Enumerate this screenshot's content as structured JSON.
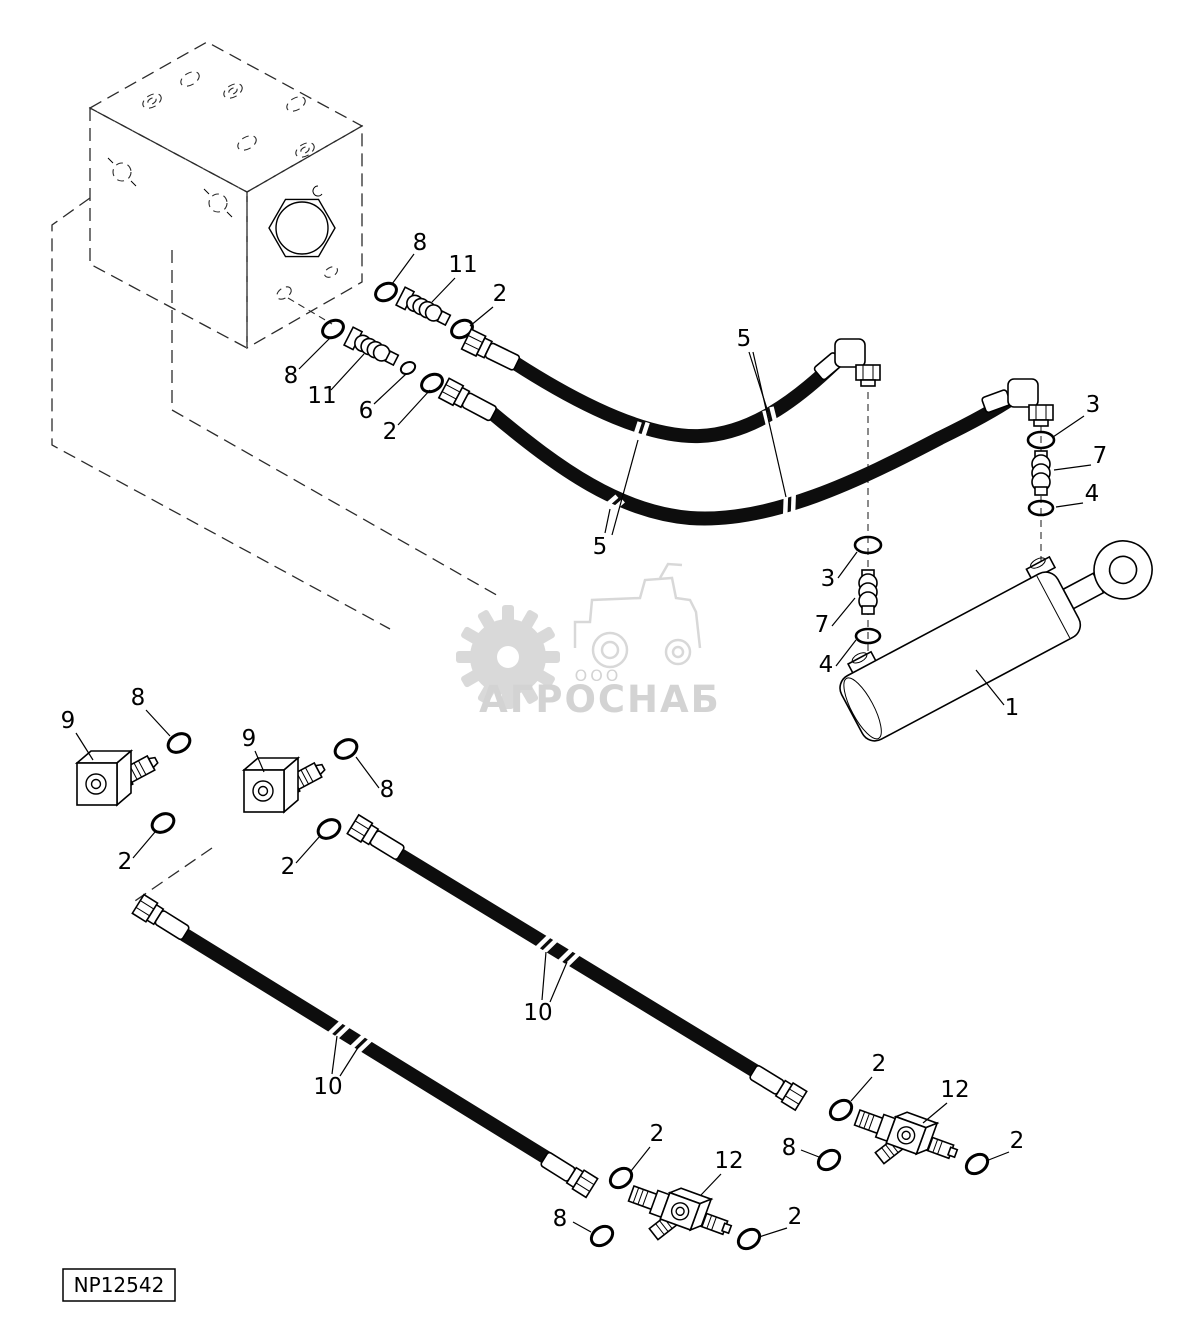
{
  "label": {
    "drawing_number": "NP12542"
  },
  "watermark": {
    "line1": "ООО",
    "line2": "АГРОСНАБ"
  },
  "callouts": [
    "8",
    "11",
    "2",
    "8",
    "11",
    "6",
    "2",
    "5",
    "5",
    "3",
    "7",
    "4",
    "3",
    "7",
    "4",
    "1",
    "8",
    "9",
    "9",
    "8",
    "2",
    "2",
    "10",
    "10",
    "2",
    "12",
    "8",
    "2",
    "2",
    "12",
    "8",
    "2"
  ]
}
